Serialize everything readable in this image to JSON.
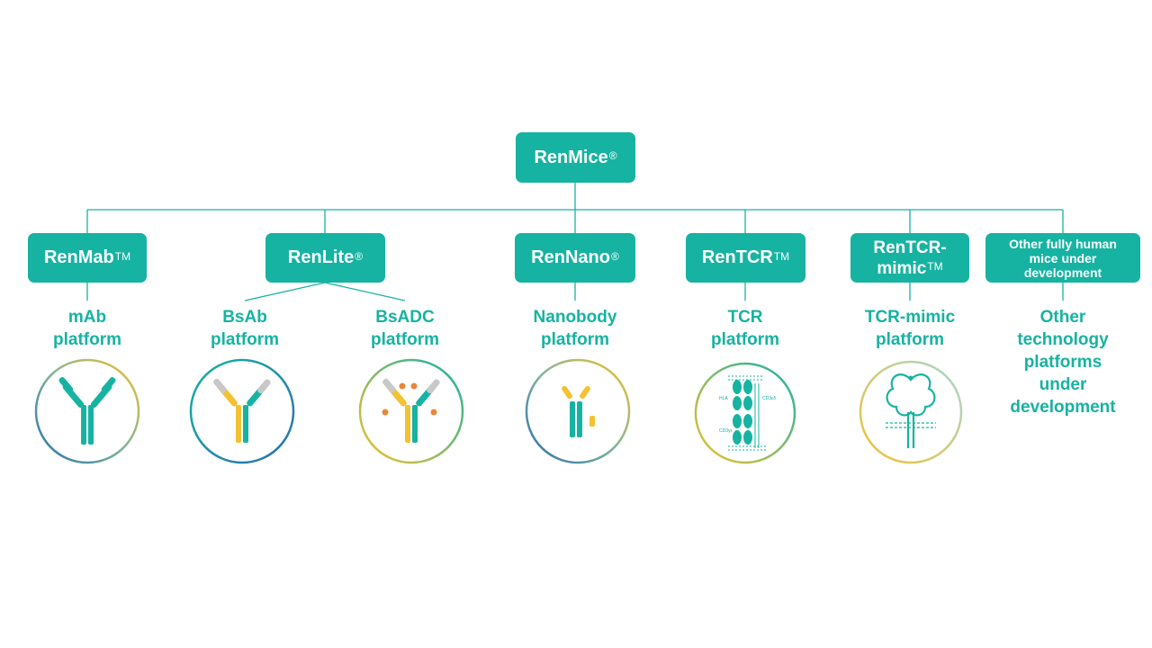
{
  "root": {
    "name": "RenMice",
    "mark": "®"
  },
  "platforms": [
    {
      "name": "RenMab",
      "mark": "TM",
      "labels": [
        "mAb platform"
      ]
    },
    {
      "name": "RenLite",
      "mark": "®",
      "labels": [
        "BsAb platform",
        "BsADC platform"
      ]
    },
    {
      "name": "RenNano",
      "mark": "®",
      "labels": [
        "Nanobody platform"
      ]
    },
    {
      "name": "RenTCR",
      "mark": "TM",
      "labels": [
        "TCR platform"
      ]
    },
    {
      "name": "RenTCR-mimic",
      "mark": "TM",
      "labels": [
        "TCR-mimic platform"
      ]
    },
    {
      "name": "Other fully human mice under development",
      "mark": "",
      "labels": [
        "Other technology platforms under development"
      ]
    }
  ],
  "tcr_icon_text": {
    "hla": "HLA",
    "cd3": "CD3εδ",
    "cd3b": "CD3γε"
  },
  "colors": {
    "teal": "#16b3a2",
    "yellow": "#f2c230",
    "gray": "#c8c8c8",
    "orange": "#e8873a",
    "blue": "#2a6fb0"
  }
}
